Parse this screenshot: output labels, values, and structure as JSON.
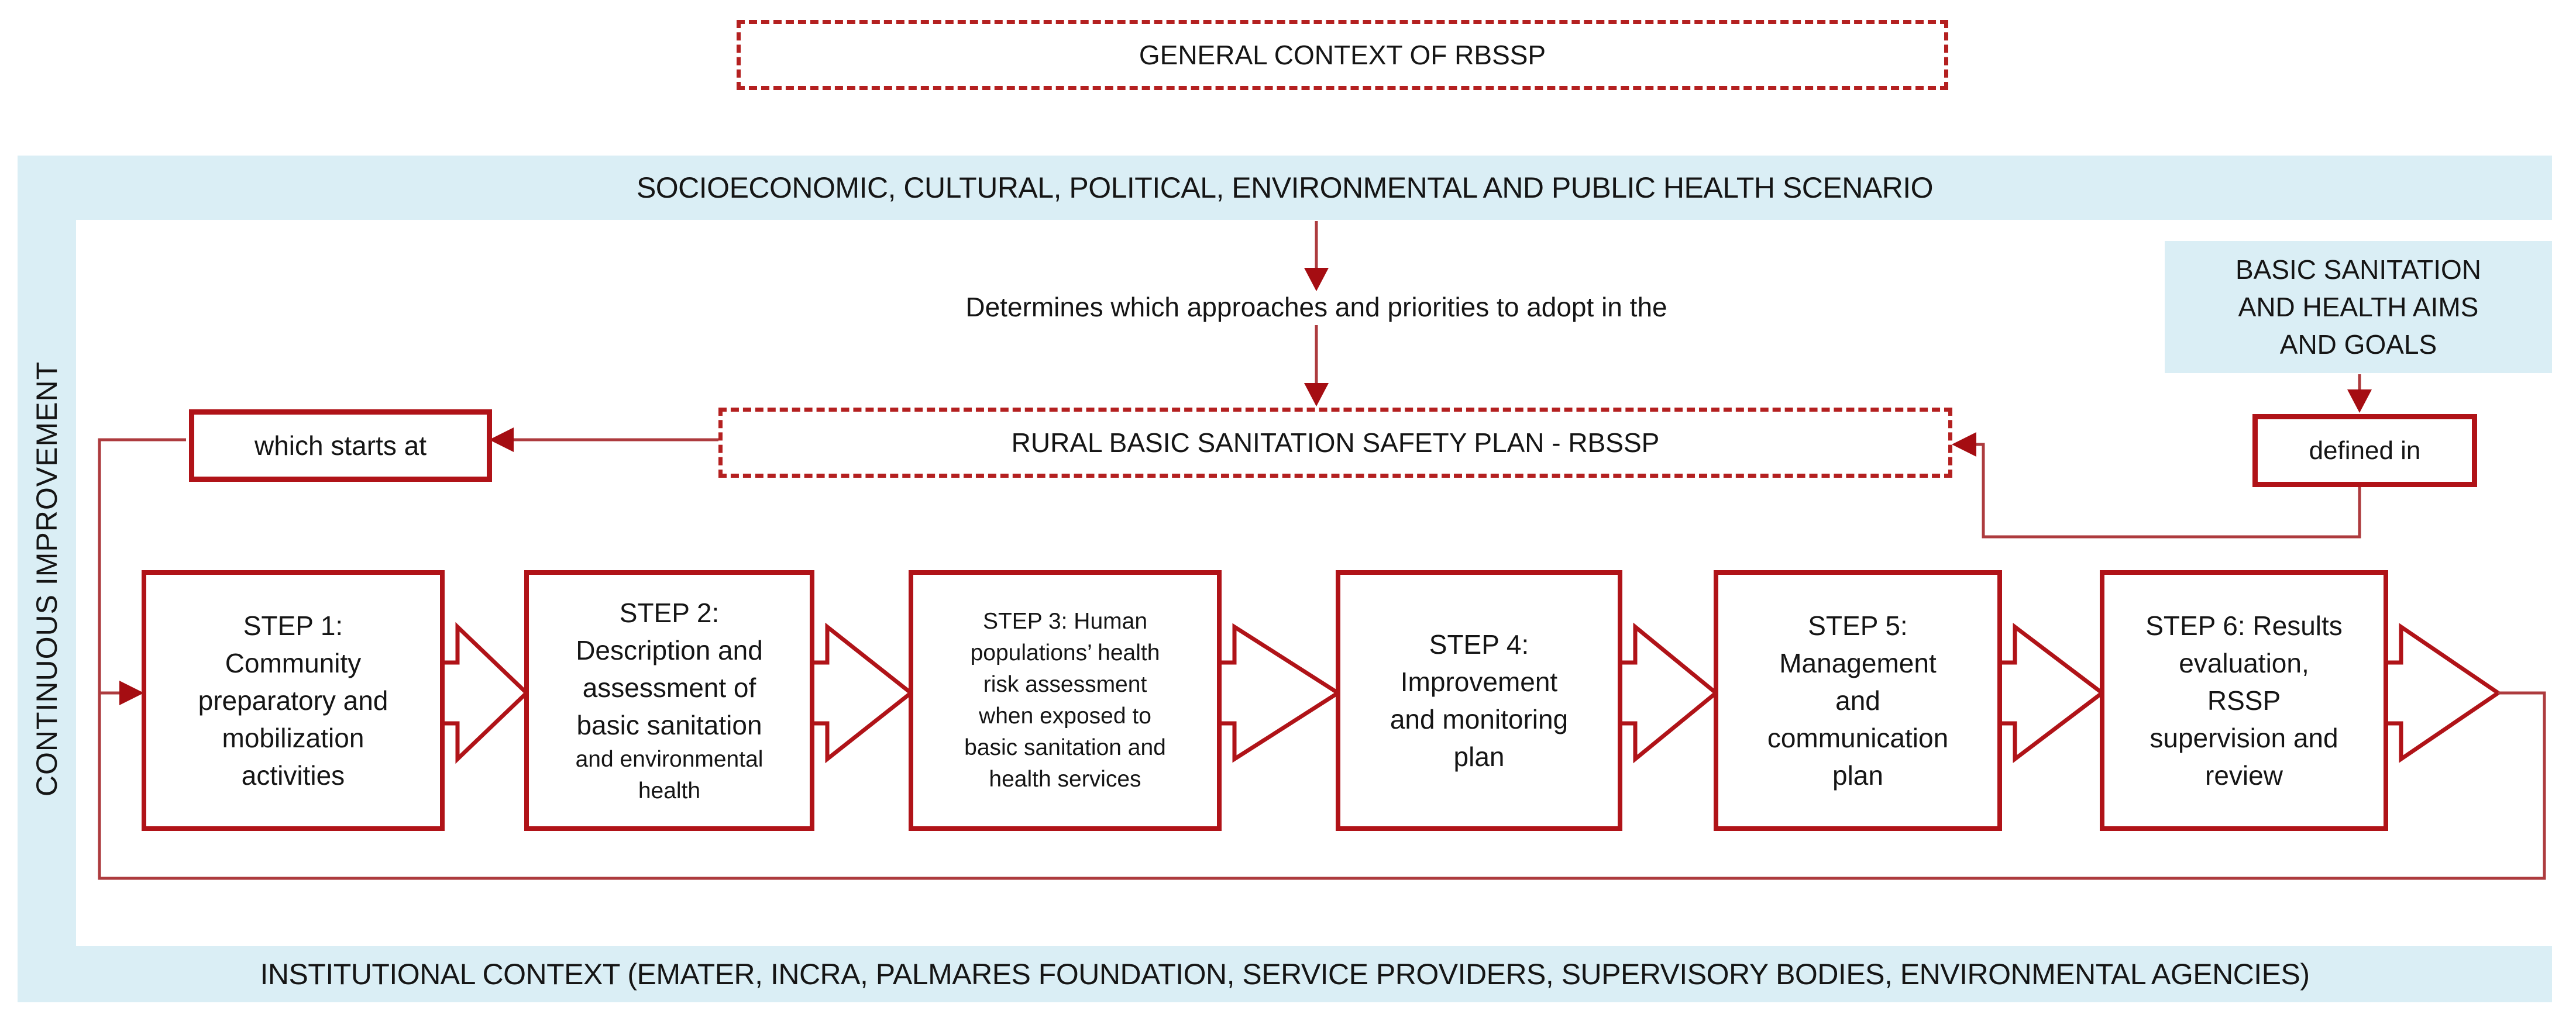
{
  "colors": {
    "accent_red": "#b01318",
    "connector_red": "#ad3b3e",
    "arrowhead_red": "#a50d12",
    "dashed_red": "#b42020",
    "light_blue": "#daeef5",
    "text": "#151515"
  },
  "general_context": {
    "label": "GENERAL CONTEXT OF RBSSP"
  },
  "scenario_band": {
    "label": "SOCIOECONOMIC, CULTURAL, POLITICAL, ENVIRONMENTAL AND PUBLIC HEALTH SCENARIO"
  },
  "continuous_improvement": {
    "label": "CONTINUOUS  IMPROVEMENT"
  },
  "determines_note": {
    "label": "Determines which approaches and priorities to adopt in the"
  },
  "rbssp": {
    "label": "RURAL BASIC SANITATION SAFETY PLAN - RBSSP"
  },
  "which_starts_at": {
    "label": "which starts at"
  },
  "aims_goals": {
    "label": "BASIC SANITATION\nAND HEALTH AIMS\nAND GOALS"
  },
  "defined_in": {
    "label": "defined in"
  },
  "steps": [
    {
      "id": "step-1",
      "main": "STEP 1:\nCommunity\npreparatory and\nmobilization\nactivities",
      "small": ""
    },
    {
      "id": "step-2",
      "main": "STEP 2:\nDescription and\nassessment of\nbasic sanitation",
      "small": "and environmental\nhealth"
    },
    {
      "id": "step-3",
      "main": "",
      "small": "STEP 3: Human\npopulations’ health\nrisk assessment\nwhen exposed to\nbasic sanitation and\nhealth services"
    },
    {
      "id": "step-4",
      "main": "STEP 4:\nImprovement\nand monitoring\nplan",
      "small": ""
    },
    {
      "id": "step-5",
      "main": "STEP 5:\nManagement\nand\ncommunication\nplan",
      "small": ""
    },
    {
      "id": "step-6",
      "main": "STEP 6: Results\nevaluation,\nRSSP\nsupervision and\nreview",
      "small": ""
    }
  ],
  "institutional_band": {
    "label": "INSTITUTIONAL CONTEXT (EMATER, INCRA, PALMARES FOUNDATION, SERVICE PROVIDERS, SUPERVISORY BODIES, ENVIRONMENTAL AGENCIES)"
  }
}
